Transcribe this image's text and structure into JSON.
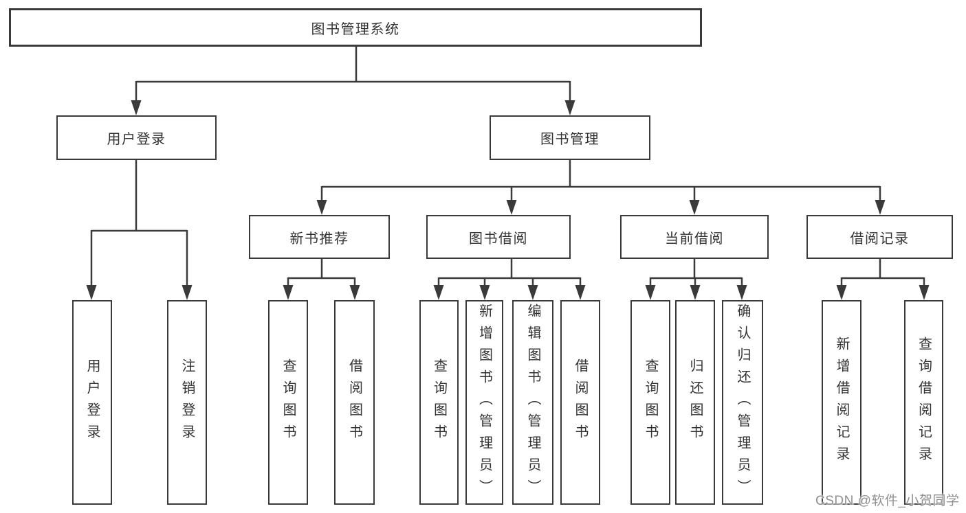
{
  "title": "图书管理系统",
  "level2": {
    "user": "用户登录",
    "books": "图书管理"
  },
  "level3": {
    "newbook": "新书推荐",
    "borrow": "图书借阅",
    "current": "当前借阅",
    "records": "借阅记录"
  },
  "leaves": {
    "user": [
      "用户登录",
      "注销登录"
    ],
    "newbook": [
      "查询图书",
      "借阅图书"
    ],
    "borrow": [
      "查询图书",
      "新增图书（管理员）",
      "编辑图书（管理员）",
      "借阅图书"
    ],
    "current": [
      "查询图书",
      "归还图书",
      "确认归还（管理员）"
    ],
    "records": [
      "新增借阅记录",
      "查询借阅记录"
    ]
  },
  "watermark": "CSDN @软件_小贺同学",
  "colors": {
    "line": "#3a3a3a",
    "text": "#333333",
    "watermark": "#8f8f8f",
    "background": "#ffffff"
  }
}
